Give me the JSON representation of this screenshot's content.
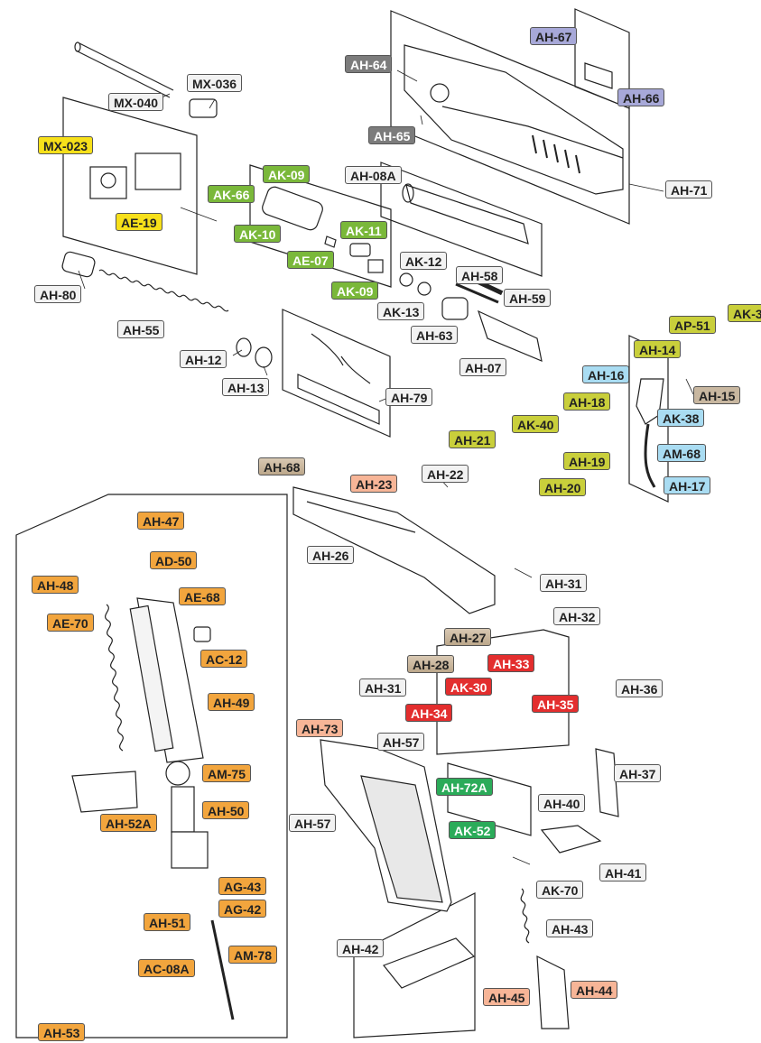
{
  "labels": [
    {
      "id": "mx-040",
      "text": "MX-040",
      "color": "white"
    },
    {
      "id": "mx-036",
      "text": "MX-036",
      "color": "white"
    },
    {
      "id": "mx-023",
      "text": "MX-023",
      "color": "yellow"
    },
    {
      "id": "ae-19",
      "text": "AE-19",
      "color": "yellow"
    },
    {
      "id": "ah-80",
      "text": "AH-80",
      "color": "white"
    },
    {
      "id": "ah-55",
      "text": "AH-55",
      "color": "white"
    },
    {
      "id": "ah-12a",
      "text": "AH-12",
      "color": "white"
    },
    {
      "id": "ah-13a",
      "text": "AH-13",
      "color": "white"
    },
    {
      "id": "ah-64",
      "text": "AH-64",
      "color": "gray"
    },
    {
      "id": "ah-65",
      "text": "AH-65",
      "color": "gray"
    },
    {
      "id": "ah-67",
      "text": "AH-67",
      "color": "violet"
    },
    {
      "id": "ah-66",
      "text": "AH-66",
      "color": "violet"
    },
    {
      "id": "ah-08a",
      "text": "AH-08A",
      "color": "white"
    },
    {
      "id": "ah-71",
      "text": "AH-71",
      "color": "white"
    },
    {
      "id": "ak-09a",
      "text": "AK-09",
      "color": "green"
    },
    {
      "id": "ak-66",
      "text": "AK-66",
      "color": "green"
    },
    {
      "id": "ak-10",
      "text": "AK-10",
      "color": "green"
    },
    {
      "id": "ak-11",
      "text": "AK-11",
      "color": "green"
    },
    {
      "id": "ae-07",
      "text": "AE-07",
      "color": "green"
    },
    {
      "id": "ak-09b",
      "text": "AK-09",
      "color": "green"
    },
    {
      "id": "ak-12",
      "text": "AK-12",
      "color": "white"
    },
    {
      "id": "ak-13",
      "text": "AK-13",
      "color": "white"
    },
    {
      "id": "ah-58",
      "text": "AH-58",
      "color": "white"
    },
    {
      "id": "ah-59",
      "text": "AH-59",
      "color": "white"
    },
    {
      "id": "ah-63",
      "text": "AH-63",
      "color": "white"
    },
    {
      "id": "ah-07",
      "text": "AH-07",
      "color": "white"
    },
    {
      "id": "ah-79",
      "text": "AH-79",
      "color": "white"
    },
    {
      "id": "ap-51",
      "text": "AP-51",
      "color": "olive"
    },
    {
      "id": "ak-3",
      "text": "AK-3",
      "color": "olive"
    },
    {
      "id": "ah-14",
      "text": "AH-14",
      "color": "olive"
    },
    {
      "id": "ah-15",
      "text": "AH-15",
      "color": "olive"
    },
    {
      "id": "ah-16",
      "text": "AH-16",
      "color": "blue"
    },
    {
      "id": "ak-38",
      "text": "AK-38",
      "color": "blue"
    },
    {
      "id": "am-68",
      "text": "AM-68",
      "color": "blue"
    },
    {
      "id": "ah-17",
      "text": "AH-17",
      "color": "blue"
    },
    {
      "id": "ah-18",
      "text": "AH-18",
      "color": "olive"
    },
    {
      "id": "ak-40",
      "text": "AK-40",
      "color": "olive"
    },
    {
      "id": "ah-21",
      "text": "AH-21",
      "color": "olive"
    },
    {
      "id": "ah-19",
      "text": "AH-19",
      "color": "olive"
    },
    {
      "id": "ah-20",
      "text": "AH-20",
      "color": "olive"
    },
    {
      "id": "ah-68",
      "text": "AH-68",
      "color": "tan2"
    },
    {
      "id": "ah-23",
      "text": "AH-23",
      "color": "salmon"
    },
    {
      "id": "ah-22",
      "text": "AH-22",
      "color": "white"
    },
    {
      "id": "ah-26",
      "text": "AH-26",
      "color": "white"
    },
    {
      "id": "ah-31a",
      "text": "AH-31",
      "color": "white"
    },
    {
      "id": "ah-32",
      "text": "AH-32",
      "color": "white"
    },
    {
      "id": "ah-27",
      "text": "AH-27",
      "color": "tan2"
    },
    {
      "id": "ah-28",
      "text": "AH-28",
      "color": "tan2"
    },
    {
      "id": "ah-31b",
      "text": "AH-31",
      "color": "white"
    },
    {
      "id": "ah-33",
      "text": "AH-33",
      "color": "red"
    },
    {
      "id": "ak-30",
      "text": "AK-30",
      "color": "red"
    },
    {
      "id": "ah-35",
      "text": "AH-35",
      "color": "red"
    },
    {
      "id": "ah-34",
      "text": "AH-34",
      "color": "red"
    },
    {
      "id": "ah-36",
      "text": "AH-36",
      "color": "white"
    },
    {
      "id": "ah-73",
      "text": "AH-73",
      "color": "salmon"
    },
    {
      "id": "ah-57a",
      "text": "AH-57",
      "color": "white"
    },
    {
      "id": "ah-57b",
      "text": "AH-57",
      "color": "white"
    },
    {
      "id": "ah-72a",
      "text": "AH-72A",
      "color": "dgreen"
    },
    {
      "id": "ak-52",
      "text": "AK-52",
      "color": "dgreen"
    },
    {
      "id": "ah-40",
      "text": "AH-40",
      "color": "white"
    },
    {
      "id": "ah-37",
      "text": "AH-37",
      "color": "white"
    },
    {
      "id": "ah-41",
      "text": "AH-41",
      "color": "white"
    },
    {
      "id": "ak-70",
      "text": "AK-70",
      "color": "white"
    },
    {
      "id": "ah-43",
      "text": "AH-43",
      "color": "white"
    },
    {
      "id": "ah-42",
      "text": "AH-42",
      "color": "white"
    },
    {
      "id": "ah-45",
      "text": "AH-45",
      "color": "salmon"
    },
    {
      "id": "ah-44",
      "text": "AH-44",
      "color": "salmon"
    },
    {
      "id": "ah-47",
      "text": "AH-47",
      "color": "orange"
    },
    {
      "id": "ad-50",
      "text": "AD-50",
      "color": "orange"
    },
    {
      "id": "ah-48",
      "text": "AH-48",
      "color": "orange"
    },
    {
      "id": "ae-68",
      "text": "AE-68",
      "color": "orange"
    },
    {
      "id": "ae-70",
      "text": "AE-70",
      "color": "orange"
    },
    {
      "id": "ac-12",
      "text": "AC-12",
      "color": "orange"
    },
    {
      "id": "ah-49",
      "text": "AH-49",
      "color": "orange"
    },
    {
      "id": "am-75",
      "text": "AM-75",
      "color": "orange"
    },
    {
      "id": "ah-52a",
      "text": "AH-52A",
      "color": "orange"
    },
    {
      "id": "ah-50",
      "text": "AH-50",
      "color": "orange"
    },
    {
      "id": "ag-43",
      "text": "AG-43",
      "color": "orange"
    },
    {
      "id": "ag-42",
      "text": "AG-42",
      "color": "orange"
    },
    {
      "id": "ah-51",
      "text": "AH-51",
      "color": "orange"
    },
    {
      "id": "am-78",
      "text": "AM-78",
      "color": "orange"
    },
    {
      "id": "ac-08a",
      "text": "AC-08A",
      "color": "orange"
    },
    {
      "id": "ah-53",
      "text": "AH-53",
      "color": "orange"
    }
  ]
}
